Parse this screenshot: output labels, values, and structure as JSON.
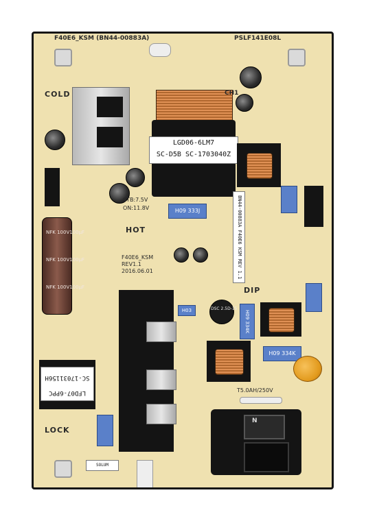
{
  "board": {
    "top_left": "F40E6_KSM (BN44-00883A)",
    "top_right": "PSLF141E08L",
    "cold": "COLD",
    "hot": "HOT",
    "lock": "LOCK",
    "dip": "DIP",
    "transformer_main_line1": "LGD06-6LM7",
    "transformer_main_line2": "SC-D5B SC-1703040Z",
    "transformer_small_line1": "LFD07-6PPC",
    "transformer_small_line2": "SC-17031156H",
    "rev_line1": "F40E6_KSM",
    "rev_line2": "REV1.1",
    "rev_line3": "2016.06.01",
    "stb": "STB:7.5V",
    "on": "ON:11.8V",
    "fuse": "T5.0AH/250V",
    "h09_333j": "H09 333J",
    "h09_334k_a": "H09 334K",
    "h09_334k_b": "H09 334K",
    "h03": "H03",
    "disc": "DSC 2.5D-15",
    "nfk_1": "NFK 100V100μF",
    "nfk_2": "NFK 100V100μF",
    "nfk_3": "NFK 100V100μF",
    "vertical_label": "BN44-00883A F40E6 KSM REV 1.1",
    "sticker_short": "SOLUM"
  },
  "colors": {
    "board": "#efe1b0",
    "solder_mask_edge": "#151515",
    "cap_blue": "#5a80c9",
    "copper": "#d98a4f"
  }
}
